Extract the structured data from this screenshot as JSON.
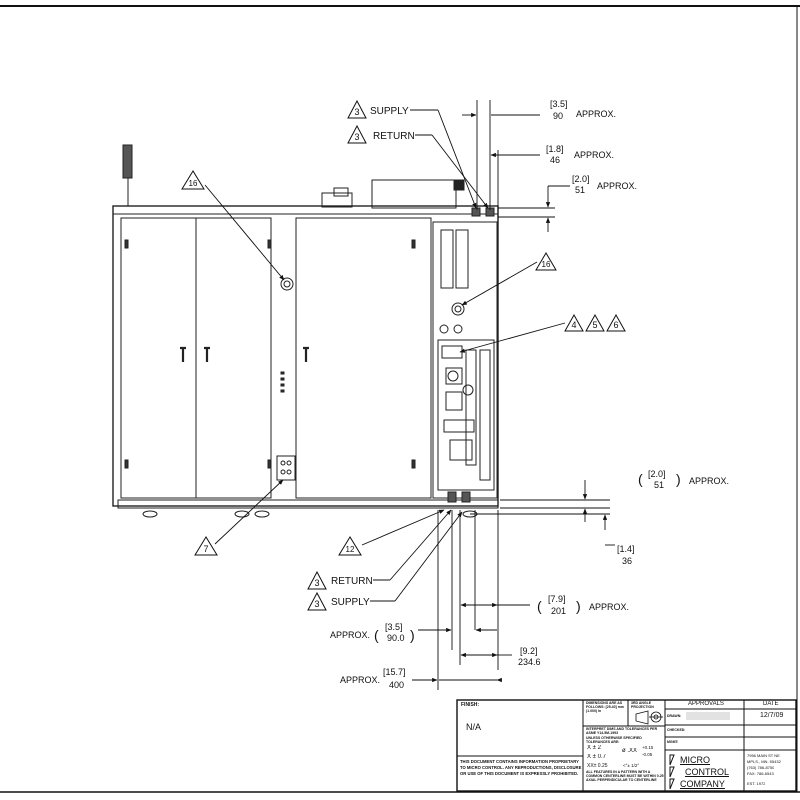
{
  "callouts": {
    "supply_top": {
      "num": "3",
      "label": "SUPPLY"
    },
    "return_top": {
      "num": "3",
      "label": "RETURN"
    },
    "return_bottom": {
      "num": "3",
      "label": "RETURN"
    },
    "supply_bottom": {
      "num": "3",
      "label": "SUPPLY"
    },
    "item_16_left": "16",
    "item_16_right": "16",
    "item_4": "4",
    "item_5": "5",
    "item_6": "6",
    "item_7": "7",
    "item_12": "12"
  },
  "dimensions": {
    "d1": {
      "inch": "[3.5]",
      "mm": "90",
      "note": "APPROX."
    },
    "d2": {
      "inch": "[1.8]",
      "mm": "46",
      "note": "APPROX."
    },
    "d3": {
      "inch": "[2.0]",
      "mm": "51",
      "note": "APPROX."
    },
    "d4": {
      "inch": "[2.0]",
      "mm": "51",
      "note": "APPROX."
    },
    "d5": {
      "inch": "[1.4]",
      "mm": "36"
    },
    "d6": {
      "inch": "[7.9]",
      "mm": "201",
      "note": "APPROX."
    },
    "d7": {
      "inch": "[3.5]",
      "mm": "90.0",
      "note": "APPROX."
    },
    "d8": {
      "inch": "[9.2]",
      "mm": "234.6"
    },
    "d9": {
      "inch": "[15.7]",
      "mm": "400",
      "note": "APPROX."
    }
  },
  "title_block": {
    "finish_label": "FINISH:",
    "finish_value": "N/A",
    "dims_note": "DIMENSIONS ARE AS FOLLOWS: [25.40] mm (1.000) in",
    "projection_label": "3RD ANGLE PROJECTION",
    "spec_note": "INTERPRET DIMS AND TOLERANCES PER ASME Y14.5M-1993",
    "tol_header": "UNLESS OTHERWISE SPECIFIED TOLERANCES ARE:",
    "tol_x": "X ± 2",
    "tol_xx": "X ± 0.7",
    "tol_xxx": "XX± 0.25",
    "tol_dia": "ø .XX",
    "tol_dia_plus": "+0.15",
    "tol_dia_minus": "-0.05",
    "tol_angle": "<°± 1/2°",
    "pattern_note": "ALL FEATURES IN A PATTERN WITH A COMMON CENTERLINE MUST BE WITHIN 0.25 AXIAL PERPENDICULAR TO CENTERLINE",
    "proprietary": "THIS DOCUMENT CONTAINS INFORMATION PROPRIETARY TO MICRO CONTROL. ANY REPRODUCTIONS, DISCLOSURE OR USE OF THIS DOCUMENT IS EXPRESSLY PROHIBITED.",
    "approvals": "APPROVALS",
    "date": "DATE",
    "drawn": "DRAWN:",
    "checked": "CHECKED:",
    "mgmt": "MGMT:",
    "date_value": "12/7/09",
    "company_1": "MICRO",
    "company_2": "CONTROL",
    "company_3": "COMPANY",
    "address_1": "7956 MAIN ST NE",
    "address_2": "MPLS., MN. 55432",
    "phone": "(763) 786-8750",
    "fax": "FAX: 786-6543",
    "est": "EST. 1972"
  }
}
